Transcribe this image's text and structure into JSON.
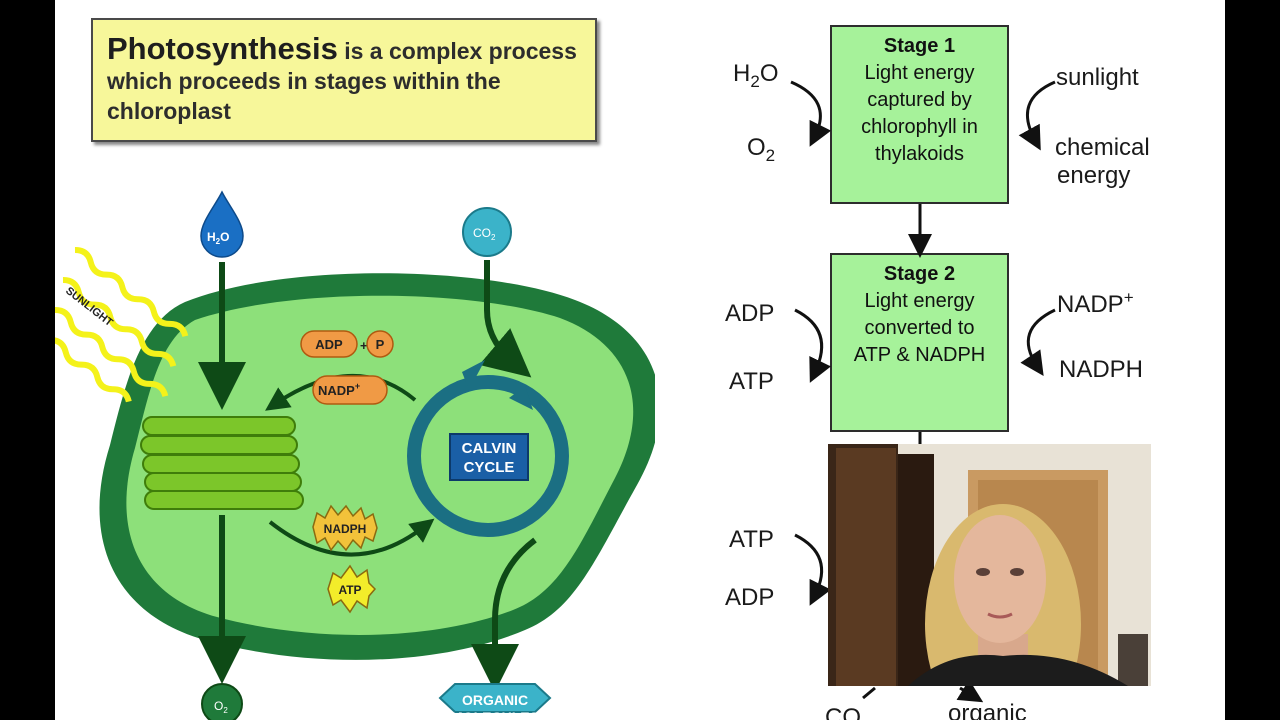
{
  "title": {
    "bold_word": "Photosynthesis",
    "rest": " is a complex process which proceeds in stages within the chloroplast"
  },
  "diagram": {
    "sunlight": "SUNLIGHT",
    "h2o_drop": {
      "main": "H",
      "sub": "2",
      "tail": "O"
    },
    "co2_circle": {
      "main": "CO",
      "sub": "2"
    },
    "o2_circle": {
      "main": "O",
      "sub": "2"
    },
    "adp": "ADP",
    "plus": "+",
    "p": "P",
    "nadp_plus": {
      "main": "NADP",
      "sup": "+"
    },
    "nadph": "NADPH",
    "atp": "ATP",
    "calvin_line1": "CALVIN",
    "calvin_line2": "CYCLE",
    "organic_line1": "ORGANIC",
    "organic_line2": "MOLECULES"
  },
  "flow": {
    "stage1": {
      "heading": "Stage 1",
      "lines": [
        "Light energy",
        "captured by",
        "chlorophyll in",
        "thylakoids"
      ]
    },
    "stage2": {
      "heading": "Stage 2",
      "lines": [
        "Light energy",
        "converted to",
        "ATP & NADPH"
      ]
    },
    "left1_top": {
      "main": "H",
      "sub": "2",
      "tail": "O"
    },
    "left1_bottom": {
      "main": "O",
      "sub": "2"
    },
    "right1_top": "sunlight",
    "right1_bottom_l1": "chemical",
    "right1_bottom_l2": "energy",
    "left2_top": "ADP",
    "left2_bottom": "ATP",
    "right2_top": {
      "main": "NADP",
      "sup": "+"
    },
    "right2_bottom": "NADPH",
    "left3_top": "ATP",
    "left3_bottom": "ADP",
    "bottom_left": "CO",
    "bottom_right": "organic"
  },
  "colors": {
    "title_bg": "#f7f79a",
    "stage_bg": "#a6f29a",
    "chloroplast_outer": "#1f7a3a",
    "chloroplast_inner": "#8de07a",
    "calvin_ring": "#1b6f83",
    "arrow": "#0e4a16"
  }
}
